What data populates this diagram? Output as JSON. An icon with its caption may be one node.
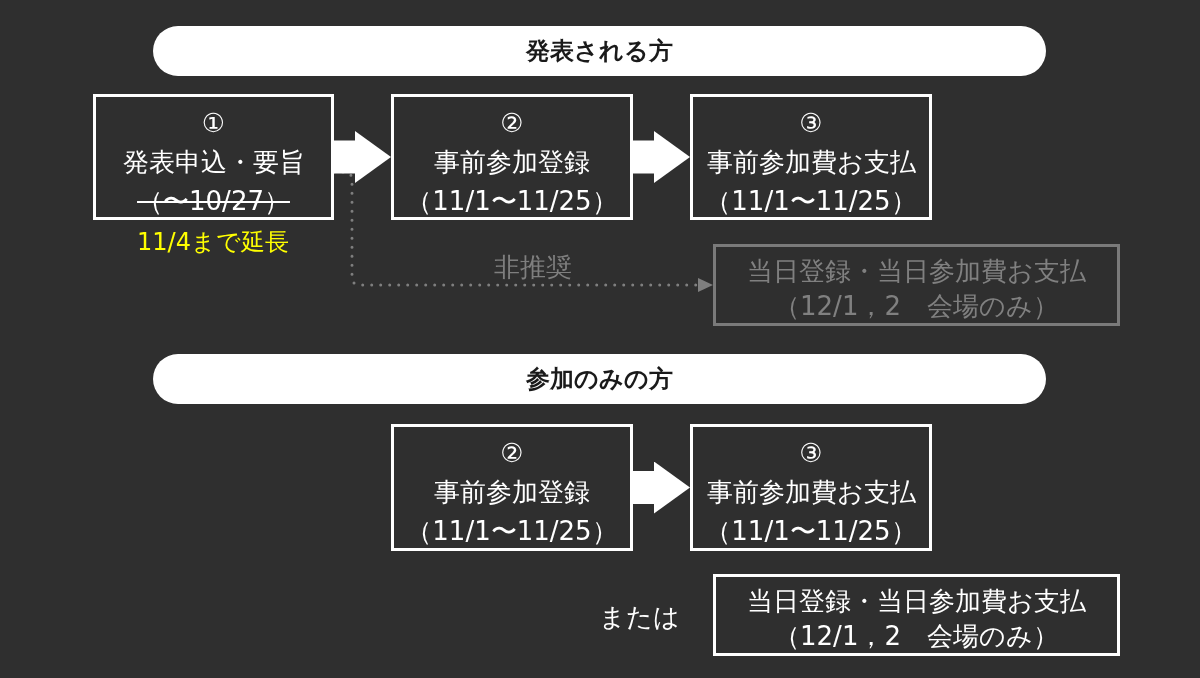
{
  "diagram": {
    "nodes": [
      {
        "text": [
          "発表される方"
        ]
      },
      {
        "text": [
          "①",
          "発表申込・要旨",
          "（〜10/27）"
        ],
        "beside": [
          "11/4まで延長"
        ]
      },
      {
        "text": [
          "②",
          "事前参加登録",
          "（11/1〜11/25）"
        ]
      },
      {
        "text": [
          "③",
          "事前参加費お支払",
          "（11/1〜11/25）"
        ]
      },
      {
        "text": [
          "当日登録・当日参加費お支払",
          "（12/1，2　会場のみ）"
        ]
      },
      {
        "text": [
          "参加のみの方"
        ]
      },
      {
        "text": [
          "②",
          "事前参加登録",
          "（11/1〜11/25）"
        ]
      },
      {
        "text": [
          "③",
          "事前参加費お支払",
          "（11/1〜11/25）"
        ]
      },
      {
        "text": [
          "当日登録・当日参加費お支払",
          "（12/1，2　会場のみ）"
        ]
      }
    ],
    "edges": [
      {
        "from": 1,
        "to": 2,
        "arrow": "to"
      },
      {
        "from": 2,
        "to": 3,
        "arrow": "to"
      },
      {
        "from": 1,
        "to": 4,
        "arrow": "to",
        "label": "非推奨",
        "style": "dashed",
        "color": "#7f7f7f"
      },
      {
        "from": 6,
        "to": 7,
        "arrow": "to"
      }
    ],
    "labels": [
      "または"
    ]
  }
}
